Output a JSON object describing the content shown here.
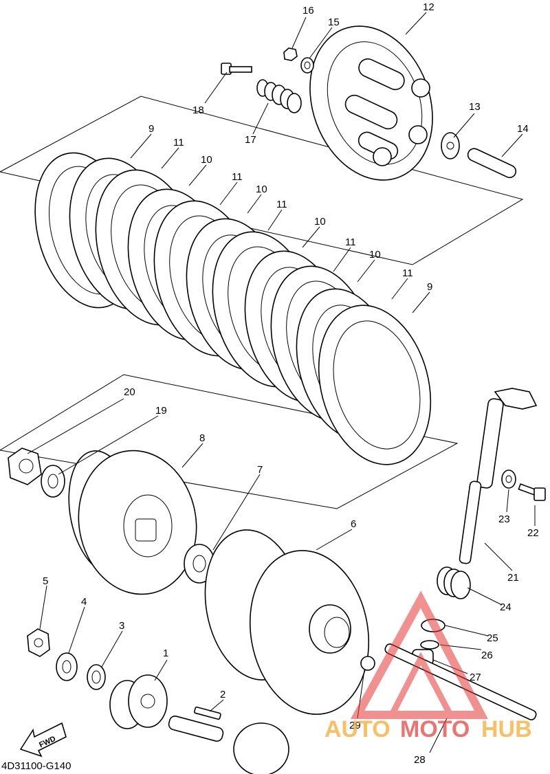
{
  "diagram_code": "4D31100-G140",
  "fwd_label": "FWD",
  "watermark": {
    "part1": "AUTO",
    "part2": "MOTO",
    "part3": "HUB",
    "color_orange": "#f5a623",
    "color_red": "#e53935"
  },
  "callouts": [
    {
      "id": "c1",
      "label": "1"
    },
    {
      "id": "c2",
      "label": "2"
    },
    {
      "id": "c3",
      "label": "3"
    },
    {
      "id": "c4",
      "label": "4"
    },
    {
      "id": "c5",
      "label": "5"
    },
    {
      "id": "c6",
      "label": "6"
    },
    {
      "id": "c7",
      "label": "7"
    },
    {
      "id": "c8",
      "label": "8"
    },
    {
      "id": "c9a",
      "label": "9"
    },
    {
      "id": "c9b",
      "label": "9"
    },
    {
      "id": "c10a",
      "label": "10"
    },
    {
      "id": "c10b",
      "label": "10"
    },
    {
      "id": "c10c",
      "label": "10"
    },
    {
      "id": "c10d",
      "label": "10"
    },
    {
      "id": "c11a",
      "label": "11"
    },
    {
      "id": "c11b",
      "label": "11"
    },
    {
      "id": "c11c",
      "label": "11"
    },
    {
      "id": "c11d",
      "label": "11"
    },
    {
      "id": "c11e",
      "label": "11"
    },
    {
      "id": "c12",
      "label": "12"
    },
    {
      "id": "c13",
      "label": "13"
    },
    {
      "id": "c14",
      "label": "14"
    },
    {
      "id": "c15",
      "label": "15"
    },
    {
      "id": "c16",
      "label": "16"
    },
    {
      "id": "c17",
      "label": "17"
    },
    {
      "id": "c18",
      "label": "18"
    },
    {
      "id": "c19",
      "label": "19"
    },
    {
      "id": "c20",
      "label": "20"
    },
    {
      "id": "c21",
      "label": "21"
    },
    {
      "id": "c22",
      "label": "22"
    },
    {
      "id": "c23",
      "label": "23"
    },
    {
      "id": "c24",
      "label": "24"
    },
    {
      "id": "c25",
      "label": "25"
    },
    {
      "id": "c26",
      "label": "26"
    },
    {
      "id": "c27",
      "label": "27"
    },
    {
      "id": "c28",
      "label": "28"
    },
    {
      "id": "c29",
      "label": "29"
    }
  ]
}
